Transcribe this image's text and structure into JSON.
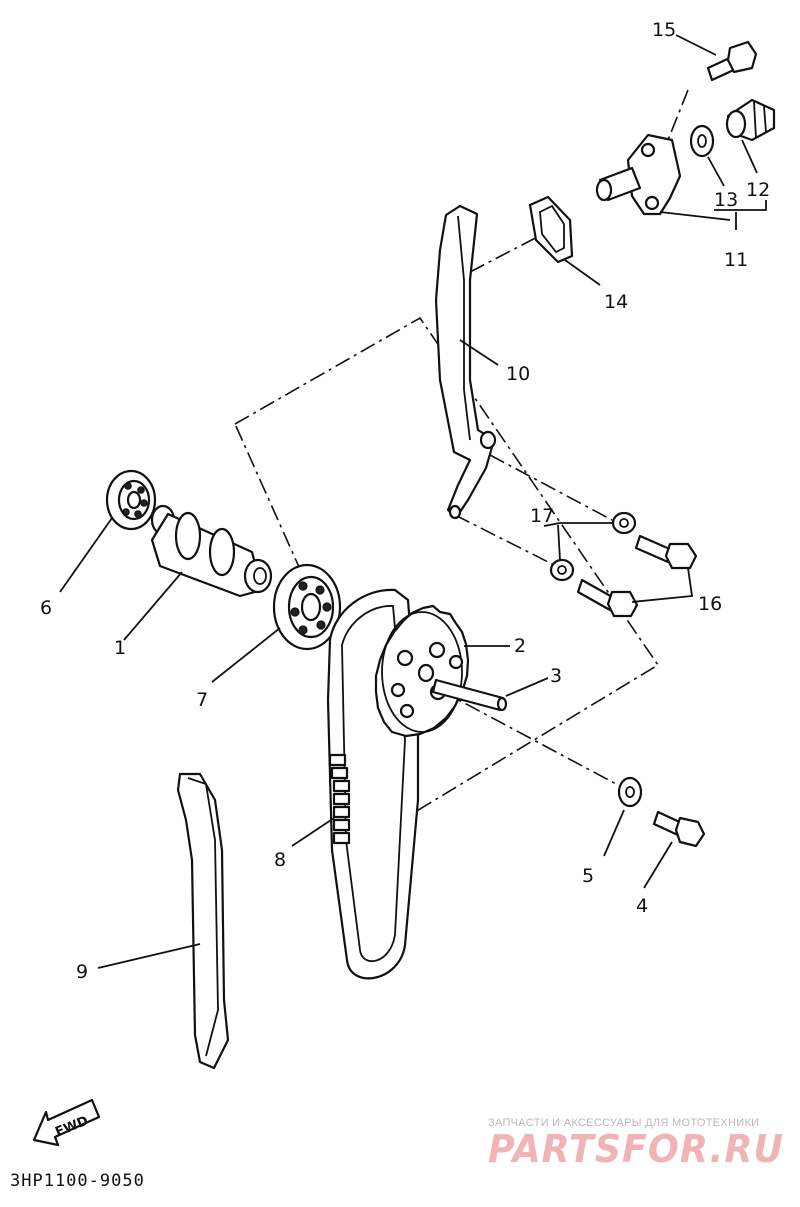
{
  "diagram": {
    "code": "3HP1100-9050",
    "fwd_label": "FWD",
    "callouts": [
      "1",
      "2",
      "3",
      "4",
      "5",
      "6",
      "7",
      "8",
      "9",
      "10",
      "11",
      "12",
      "13",
      "14",
      "15",
      "16",
      "17"
    ]
  },
  "watermark": {
    "tagline": "ЗАПЧАСТИ И АКСЕССУАРЫ ДЛЯ МОТОТЕХНИКИ",
    "brand": "PARTSFOR.RU"
  }
}
